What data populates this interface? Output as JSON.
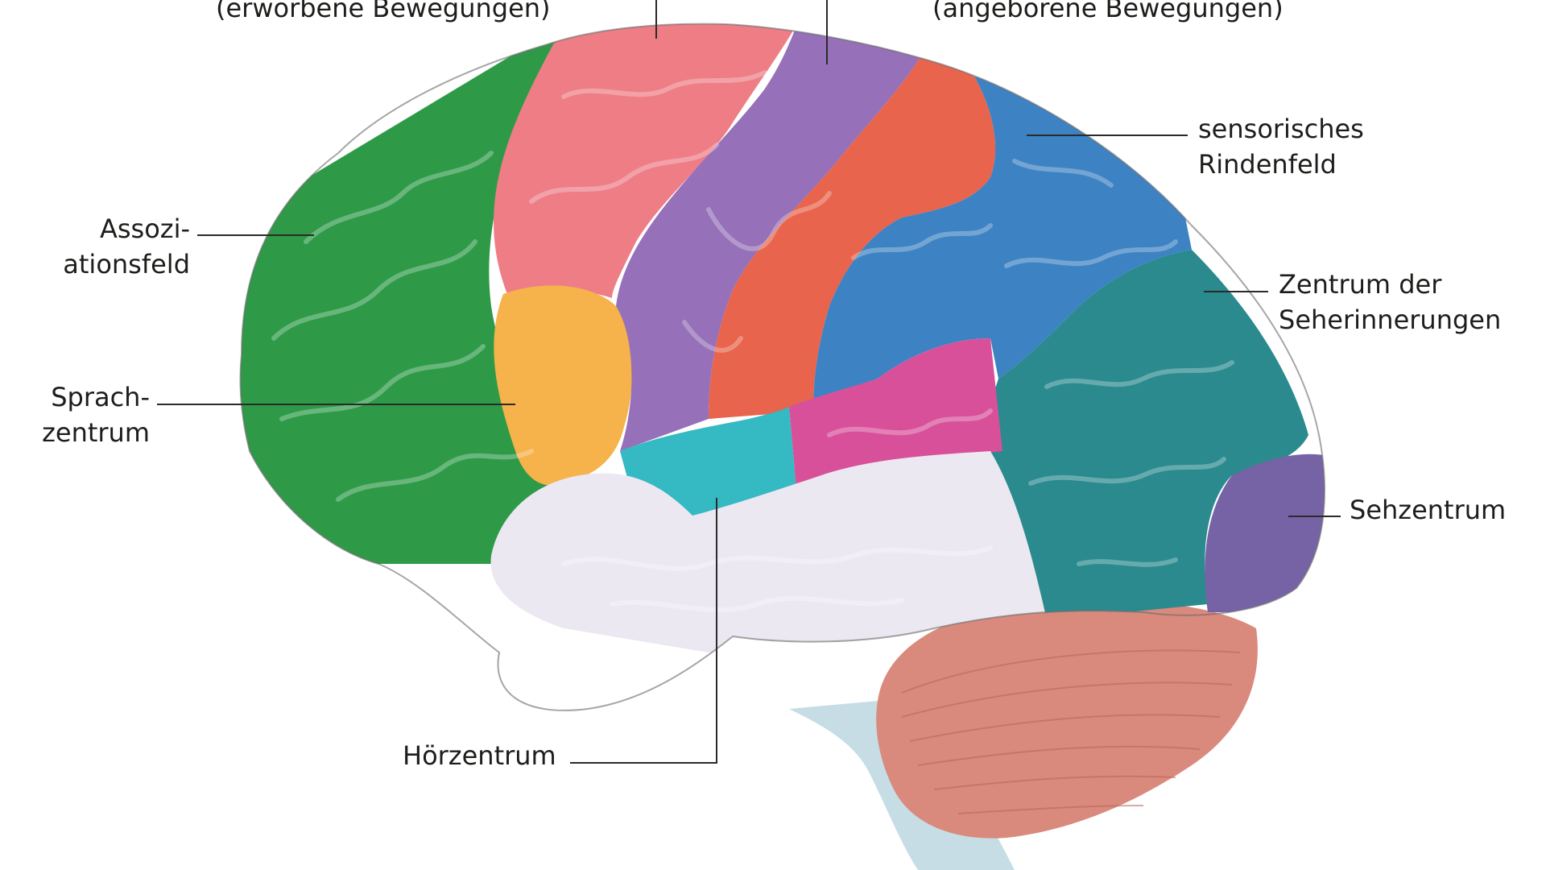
{
  "labels": {
    "top_left": "(erworbene Bewegungen)",
    "top_right": "(angeborene Bewegungen)",
    "sensory_l1": "sensorisches",
    "sensory_l2": "Rindenfeld",
    "association_l1": "Assozi-",
    "association_l2": "ationsfeld",
    "visual_memory_l1": "Zentrum der",
    "visual_memory_l2": "Seherinnerungen",
    "speech_l1": "Sprach-",
    "speech_l2": "zentrum",
    "visual": "Sehzentrum",
    "auditory": "Hörzentrum"
  },
  "colors": {
    "association": "#2e9a48",
    "premotor": "#ee7d86",
    "motor": "#9670b8",
    "somatosensory": "#e8644c",
    "sensory": "#3d82c3",
    "visual_memory": "#2a8a8e",
    "visual": "#7663a6",
    "speech": "#f6b24b",
    "auditory": "#35b9c2",
    "magenta": "#d8509a",
    "temporal": "#ece8f2",
    "cerebellum": "#d98a7c",
    "brainstem": "#c6dde6",
    "leader": "#2a2a2a"
  }
}
